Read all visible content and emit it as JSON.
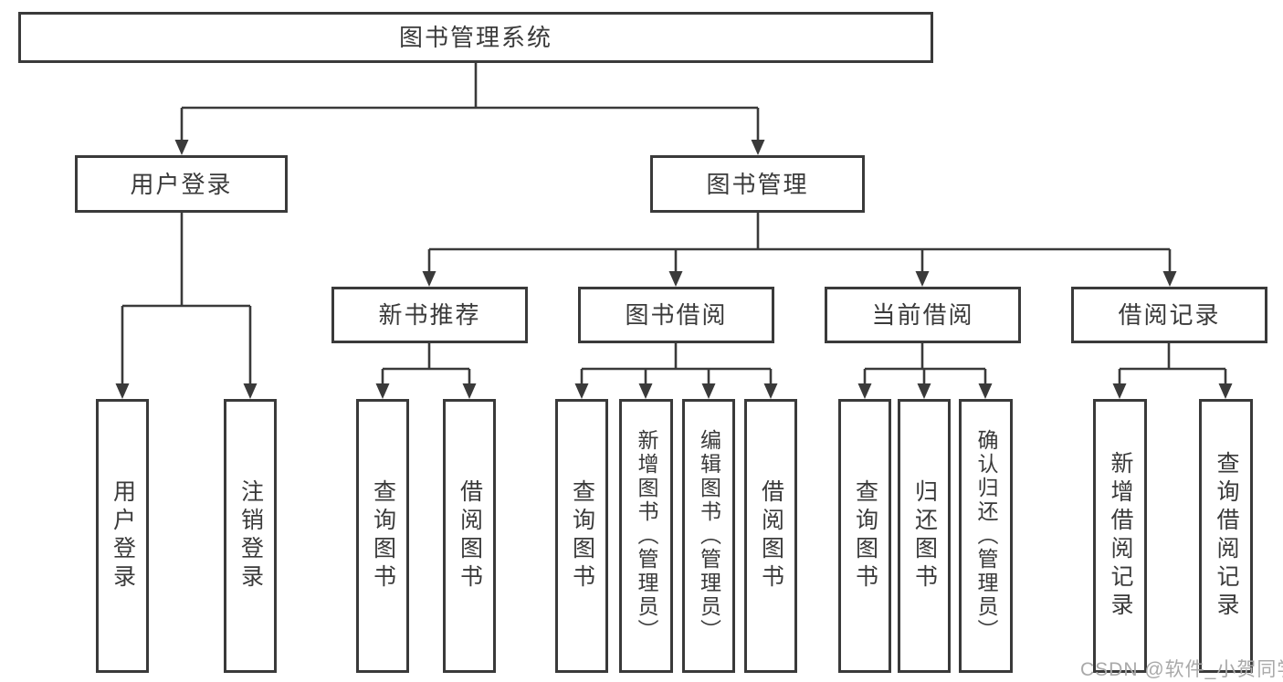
{
  "diagram": {
    "root": "图书管理系统",
    "level2": [
      "用户登录",
      "图书管理"
    ],
    "level3": [
      "新书推荐",
      "图书借阅",
      "当前借阅",
      "借阅记录"
    ],
    "leaves": {
      "user_login": [
        "用户登录",
        "注销登录"
      ],
      "new_book": [
        "查询图书",
        "借阅图书"
      ],
      "book_borrow": [
        "查询图书",
        "新增图书（管理员）",
        "编辑图书（管理员）",
        "借阅图书"
      ],
      "current_borrow": [
        "查询图书",
        "归还图书",
        "确认归还（管理员）"
      ],
      "borrow_record": [
        "新增借阅记录",
        "查询借阅记录"
      ]
    }
  },
  "watermark": "CSDN @软件_小贺同学",
  "colors": {
    "line": "#3a3a3a",
    "text": "#3a3a3a",
    "watermark": "#a9a9a9",
    "background": "#ffffff"
  }
}
